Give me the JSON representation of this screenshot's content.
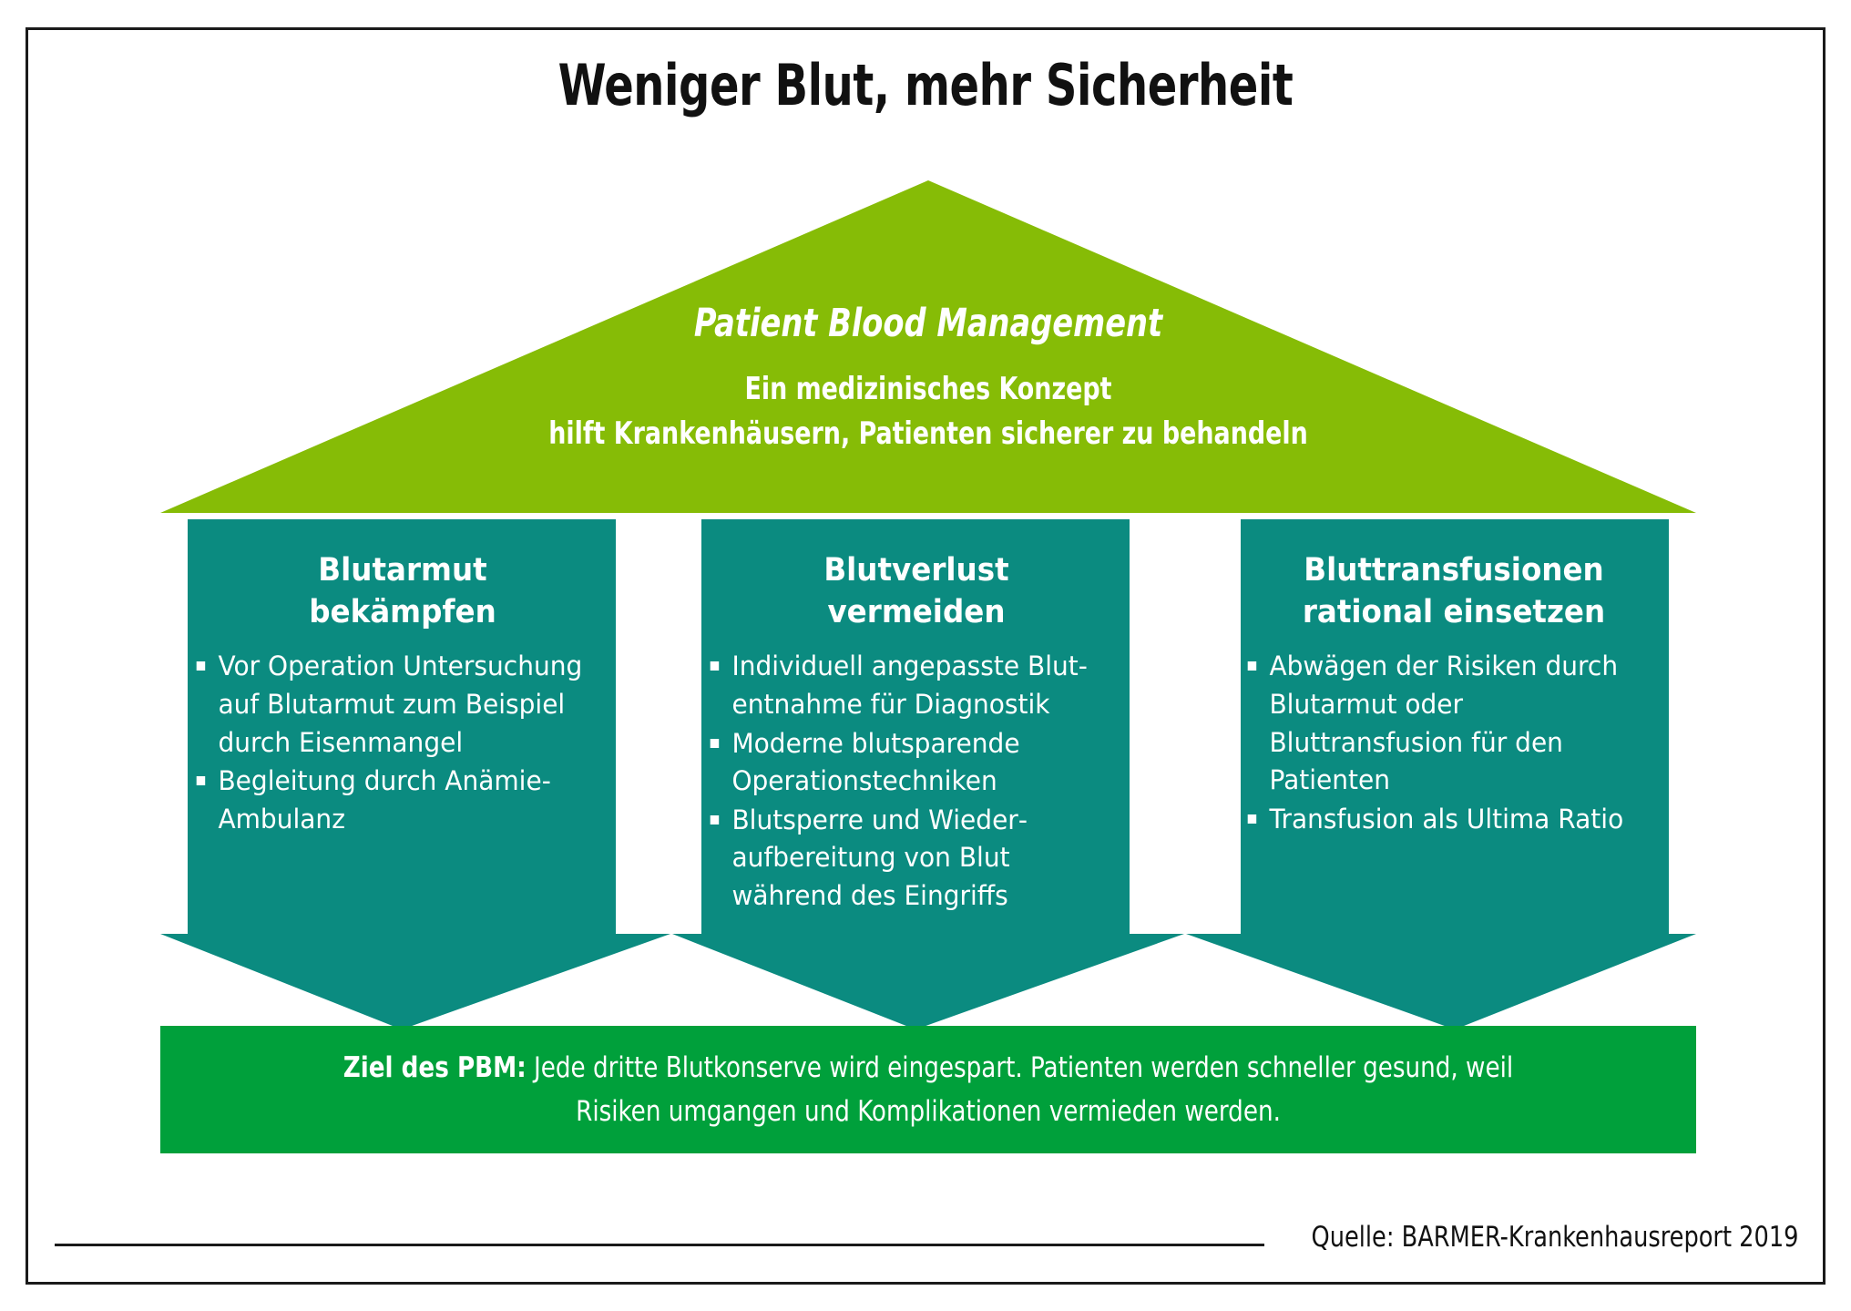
{
  "page": {
    "title": "Weniger Blut, mehr Sicherheit",
    "source": "Quelle: BARMER-Krankenhausreport 2019"
  },
  "colors": {
    "roof_green": "#86BC06",
    "pillar_teal": "#0B8B80",
    "goal_green": "#00A03B",
    "border": "#1a1a1a",
    "text_dark": "#111111",
    "text_light": "#ffffff"
  },
  "roof": {
    "headline": "Patient Blood Management",
    "subline_1": "Ein medizinisches Konzept",
    "subline_2": "hilft Krankenhäusern, Patienten sicherer zu behandeln"
  },
  "pillars": [
    {
      "id": "blutarmut-bekaempfen",
      "heading_line_1": "Blutarmut",
      "heading_line_2": "bekämpfen",
      "bullets": [
        "Vor Operation Unter­suchung auf Blutarmut zum Beispiel durch Eisenmangel",
        "Begleitung durch Anämie-Ambulanz"
      ]
    },
    {
      "id": "blutverlust-vermeiden",
      "heading_line_1": "Blutverlust",
      "heading_line_2": "vermeiden",
      "bullets": [
        "Individuell angepasste Blut­entnahme für Diagnostik",
        "Moderne blutsparende Operationstechniken",
        "Blutsperre und Wieder­aufbereitung von Blut während des Eingriffs"
      ]
    },
    {
      "id": "bluttransfusionen-rational-einsetzen",
      "heading_line_1": "Bluttransfusionen",
      "heading_line_2": "rational einsetzen",
      "bullets": [
        "Abwägen der Risiken durch Blutarmut oder Bluttransfusion für den Patienten",
        "Transfusion als Ultima Ratio"
      ]
    }
  ],
  "goal": {
    "label": "Ziel des PBM:",
    "text": " Jede dritte Blutkonserve wird eingespart. Patienten werden schneller gesund, weil Risiken umgangen und Komplikationen vermieden werden."
  }
}
